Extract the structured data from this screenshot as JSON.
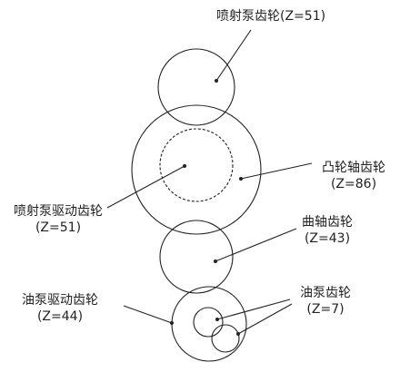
{
  "diagram": {
    "gears": [
      {
        "name": "喷射泵齿轮",
        "z": "(Z=51)"
      },
      {
        "name": "凸轮轴齿轮",
        "z": "(Z=86)"
      },
      {
        "name": "喷射泵驱动齿轮",
        "z": "(Z=51)"
      },
      {
        "name": "曲轴齿轮",
        "z": "(Z=43)"
      },
      {
        "name": "油泵驱动齿轮",
        "z": "(Z=44)"
      },
      {
        "name": "油泵齿轮",
        "z": "(Z=7)"
      }
    ]
  },
  "colors": {
    "line": "#222222",
    "background": "#ffffff"
  }
}
